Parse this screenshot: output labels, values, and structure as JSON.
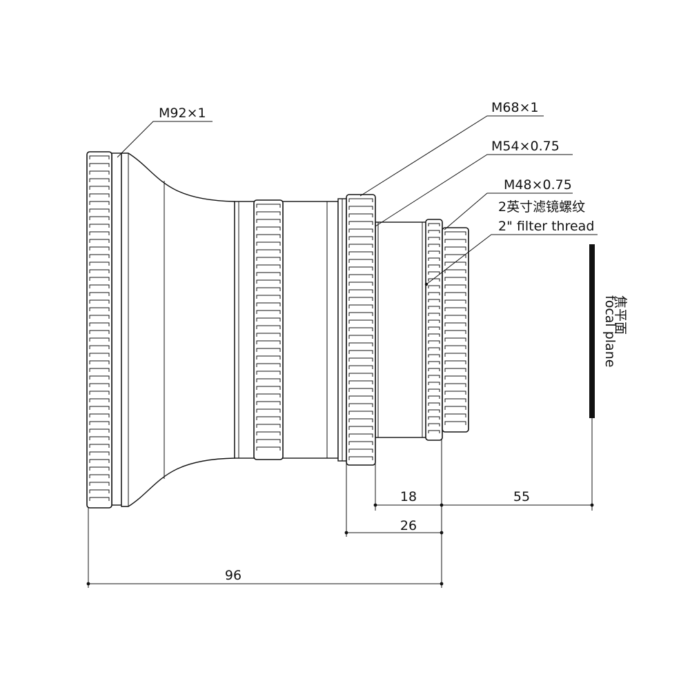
{
  "labels": {
    "m92": "M92×1",
    "m68": "M68×1",
    "m54": "M54×0.75",
    "m48": "M48×0.75",
    "filter_cn": "2英寸滤镜螺纹",
    "filter_en": "2\" filter thread"
  },
  "focal_plane": {
    "cn": "焦平面",
    "en": "focal plane"
  },
  "dimensions": {
    "d18": "18",
    "d55": "55",
    "d26": "26",
    "d96": "96"
  }
}
